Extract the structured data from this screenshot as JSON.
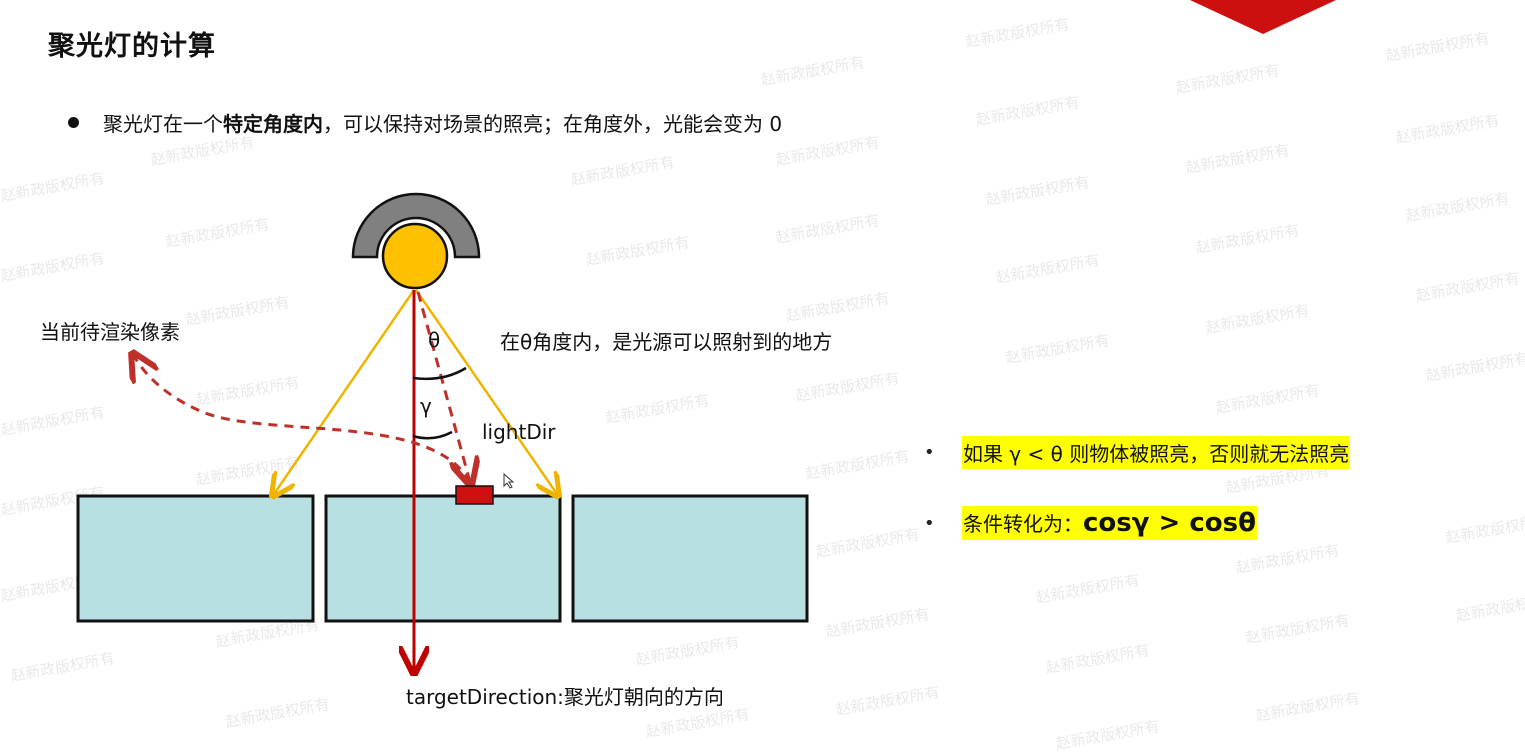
{
  "title": "聚光灯的计算",
  "bullet": {
    "prefix": "聚光灯在一个",
    "bold": "特定角度内",
    "suffix": "，可以保持对场景的照亮；在角度外，光能会变为 0"
  },
  "diagram_labels": {
    "pixel": "当前待渲染像素",
    "theta_region": "在θ角度内，是光源可以照射到的地方",
    "theta": "θ",
    "gamma": "γ",
    "light_dir": "lightDir",
    "target_direction": "targetDirection:聚光灯朝向的方向"
  },
  "conditions": {
    "line1": "如果  γ < θ  则物体被照亮，否则就无法照亮",
    "line2_prefix": "条件转化为：",
    "line2_formula": "cosγ > cosθ"
  },
  "watermark_text": "赵新政版权所有",
  "colors": {
    "lamp_shade": "#808080",
    "lamp_bulb": "#ffc000",
    "cone_ray": "#f0b400",
    "target_ray": "#c00000",
    "dashed": "#c0302a",
    "surface": "#b8dfe2",
    "pixel_block": "#d01010",
    "highlight": "#ffff00",
    "corner": "#cc1010"
  }
}
